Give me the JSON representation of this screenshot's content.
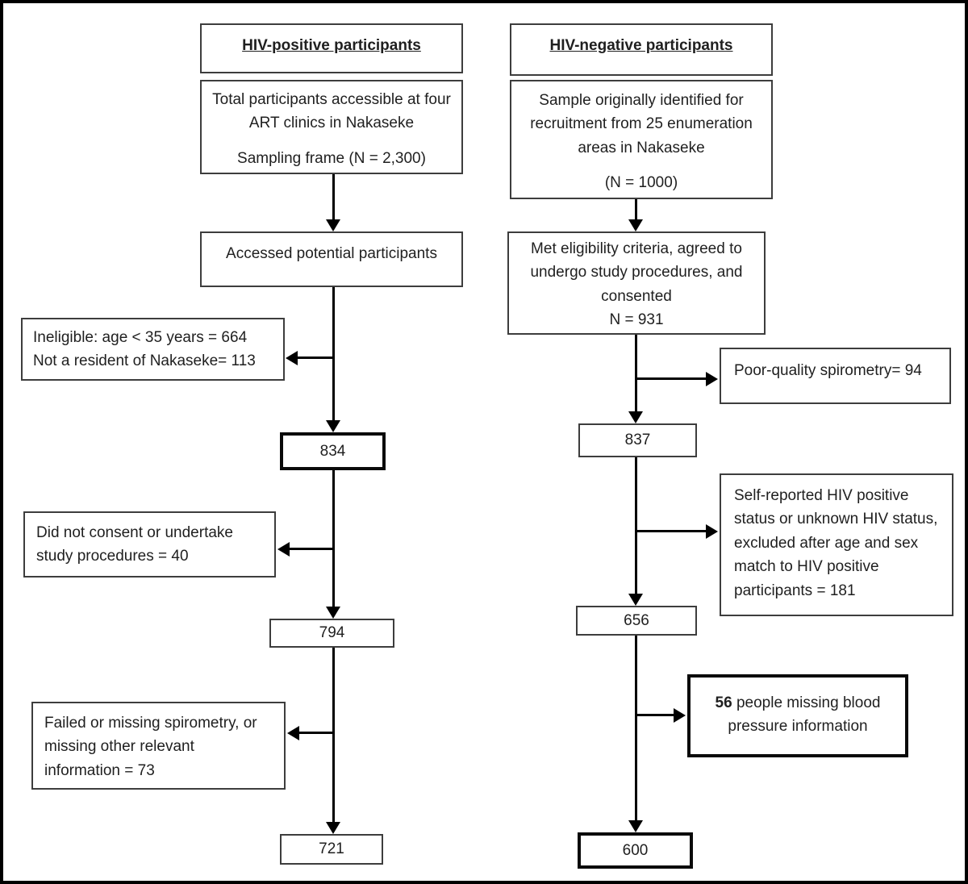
{
  "positive": {
    "header": "HIV-positive participants",
    "source_line1": "Total participants accessible at four ART clinics in Nakaseke",
    "source_line2": "Sampling frame (N = 2,300)",
    "accessed": "Accessed potential participants",
    "excl1_line1": "Ineligible: age < 35 years = 664",
    "excl1_line2": "Not a resident of Nakaseke= 113",
    "count1": "834",
    "excl2": "Did not consent or undertake study procedures = 40",
    "count2": "794",
    "excl3": "Failed or missing spirometry, or missing other relevant information = 73",
    "count3": "721"
  },
  "negative": {
    "header": "HIV-negative participants",
    "source_line1": "Sample originally identified for recruitment from 25 enumeration areas in Nakaseke",
    "source_line2": "(N = 1000)",
    "eligible_line1": "Met eligibility criteria, agreed to undergo study procedures, and consented",
    "eligible_line2": "N = 931",
    "excl1": "Poor-quality spirometry= 94",
    "count1": "837",
    "excl2": "Self-reported HIV positive status or unknown HIV status, excluded after age and sex match to HIV positive participants = 181",
    "count2": "656",
    "excl3_bold": "56",
    "excl3_rest": "people missing blood pressure information",
    "count3": "600"
  },
  "colors": {
    "line": "#000000",
    "text": "#1f1f1f",
    "thin_border": "#3d3d3d",
    "thick_border": "#0a0a0a"
  }
}
